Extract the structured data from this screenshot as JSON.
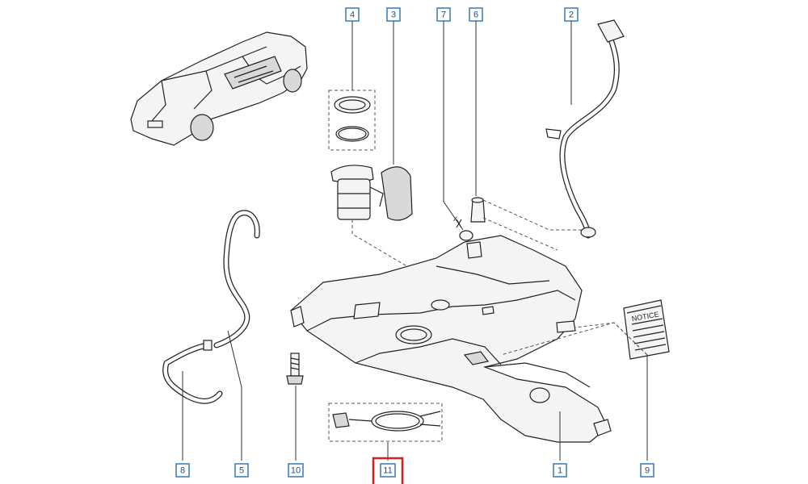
{
  "callouts": [
    {
      "id": "callout-1",
      "label": "1"
    },
    {
      "id": "callout-2",
      "label": "2"
    },
    {
      "id": "callout-3",
      "label": "3"
    },
    {
      "id": "callout-4",
      "label": "4"
    },
    {
      "id": "callout-5",
      "label": "5"
    },
    {
      "id": "callout-6",
      "label": "6"
    },
    {
      "id": "callout-7",
      "label": "7"
    },
    {
      "id": "callout-8",
      "label": "8"
    },
    {
      "id": "callout-9",
      "label": "9"
    },
    {
      "id": "callout-10",
      "label": "10"
    },
    {
      "id": "callout-11",
      "label": "11"
    }
  ],
  "notice": {
    "label": "NOTICE"
  },
  "marker": {
    "x_label": "x"
  },
  "highlight": {
    "color": "#d62020",
    "target": "11"
  },
  "accent_color": "#2a6fb0"
}
